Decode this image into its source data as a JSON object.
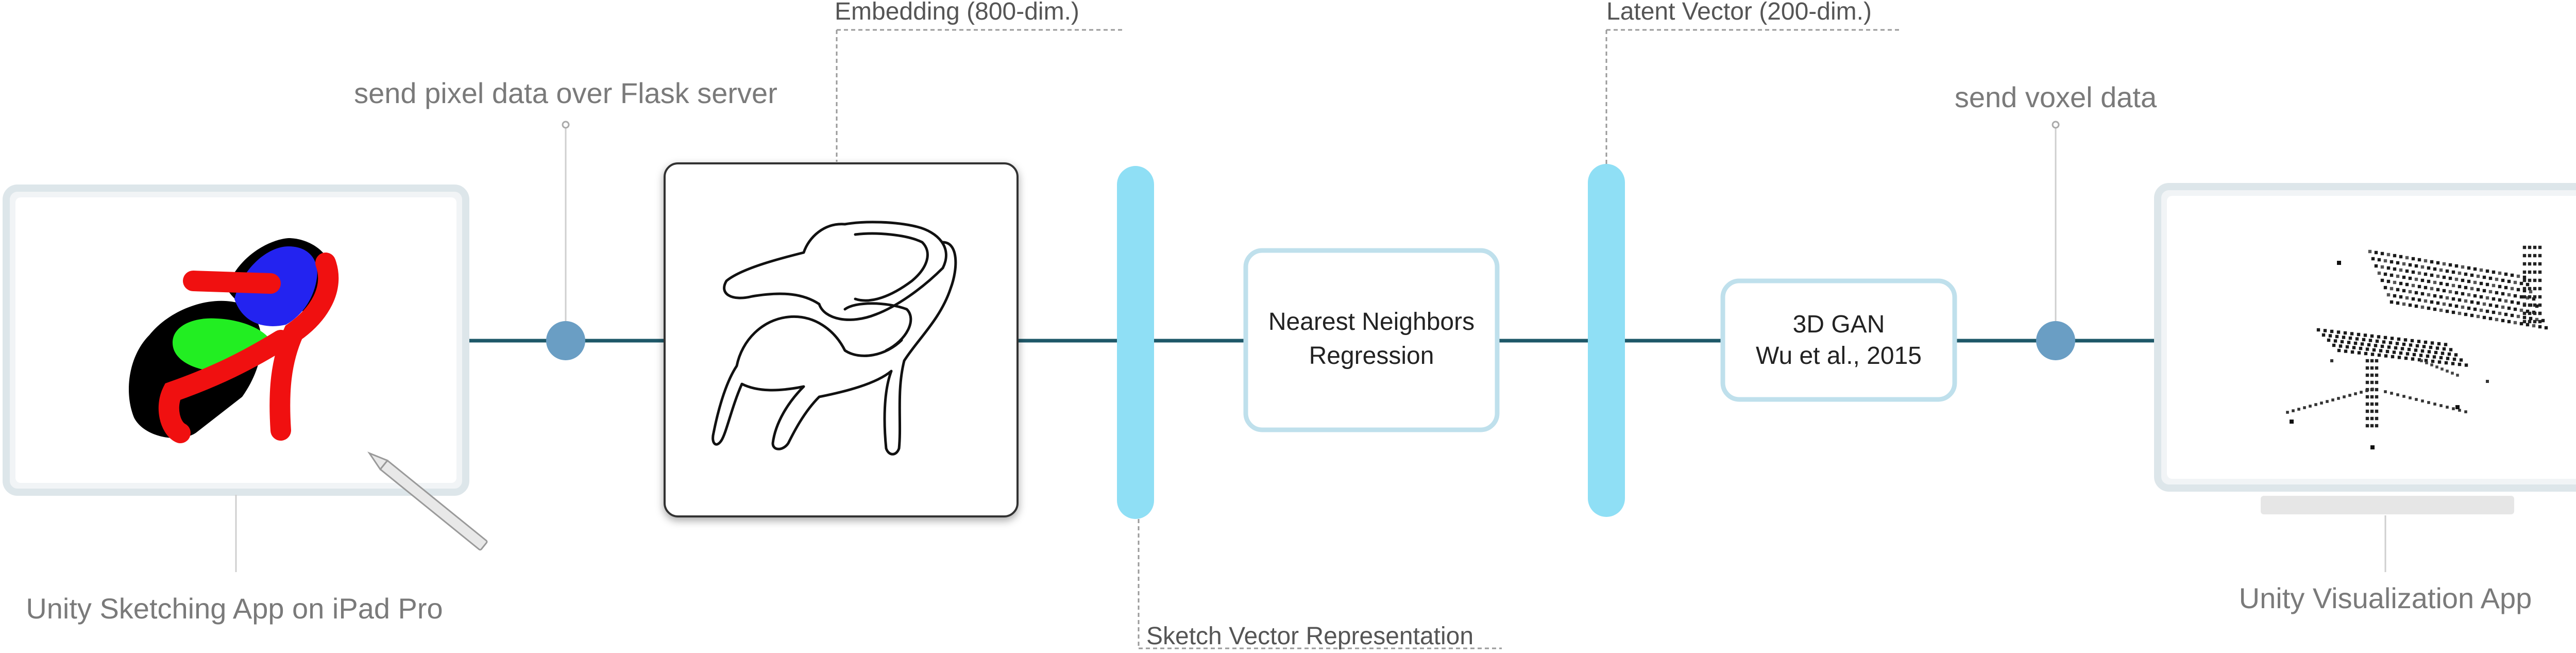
{
  "labels": {
    "ipad_app": "Unity Sketching App on iPad Pro",
    "flask": "send pixel data over Flask server",
    "embedding": "Embedding (800-dim.)",
    "sketch_vector": "Sketch Vector Representation",
    "nn_line1": "Nearest Neighbors",
    "nn_line2": "Regression",
    "latent": "Latent Vector (200-dim.)",
    "gan_line1": "3D GAN",
    "gan_line2": "Wu et al., 2015",
    "send_voxel": "send voxel data",
    "viz_app": "Unity Visualization App"
  },
  "colors": {
    "pipeline_line": "#1e5868",
    "node_dot": "#6a9ec4",
    "vector_bar": "#8fdff5",
    "box_border": "#bfe0ec",
    "frame_border": "#dde6ea",
    "label_text": "#7a7a7a",
    "sketch_blue": "#2323f0",
    "sketch_red": "#f01010",
    "sketch_green": "#22ee22",
    "sketch_black": "#000000"
  },
  "icons": {
    "pen": "apple-pencil-icon",
    "voxel": "voxel-chair-icon"
  }
}
